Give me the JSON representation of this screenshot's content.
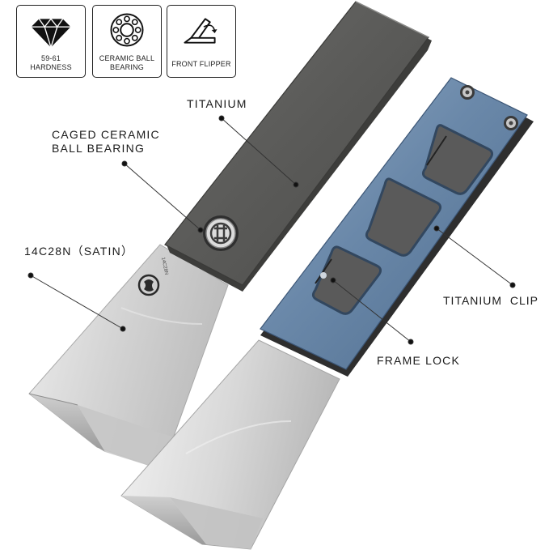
{
  "badges": [
    {
      "icon": "diamond-icon",
      "line1": "59-61",
      "line2": "HARDNESS"
    },
    {
      "icon": "ball-bearing-icon",
      "line1": "CERAMIC BALL",
      "line2": "BEARING"
    },
    {
      "icon": "folding-knife-icon",
      "line1": "FRONT FLIPPER",
      "line2": ""
    }
  ],
  "callouts": {
    "titanium": "TITANIUM",
    "bearing_line1": "CAGED CERAMIC",
    "bearing_line2": "BALL BEARING",
    "steel": "14C28N（SATIN）",
    "clip": "TITANIUM  CLIP",
    "lock": "FRAME LOCK"
  },
  "blade_etch": "14C28N",
  "colors": {
    "handle_dark": "#5d5d5b",
    "handle_blue": "#6d8bab",
    "blade": "#d9d9d9"
  }
}
